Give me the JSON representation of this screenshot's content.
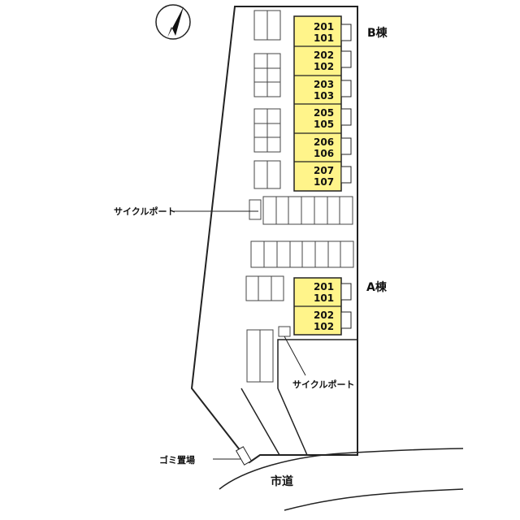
{
  "buildings": [
    {
      "name": "B棟",
      "units": [
        [
          "201",
          "101"
        ],
        [
          "202",
          "102"
        ],
        [
          "203",
          "103"
        ],
        [
          "205",
          "105"
        ],
        [
          "206",
          "106"
        ],
        [
          "207",
          "107"
        ]
      ]
    },
    {
      "name": "A棟",
      "units": [
        [
          "201",
          "101"
        ],
        [
          "202",
          "102"
        ]
      ]
    }
  ],
  "labels": {
    "cycle_port_upper": "サイクルポート",
    "cycle_port_lower": "サイクルポート",
    "garbage": "ゴミ置場",
    "city_road": "市道"
  },
  "icons": {
    "north_arrow": "north-arrow-icon"
  },
  "colors": {
    "unit_fill": "#fff48a",
    "line": "#222222",
    "background": "#ffffff"
  }
}
